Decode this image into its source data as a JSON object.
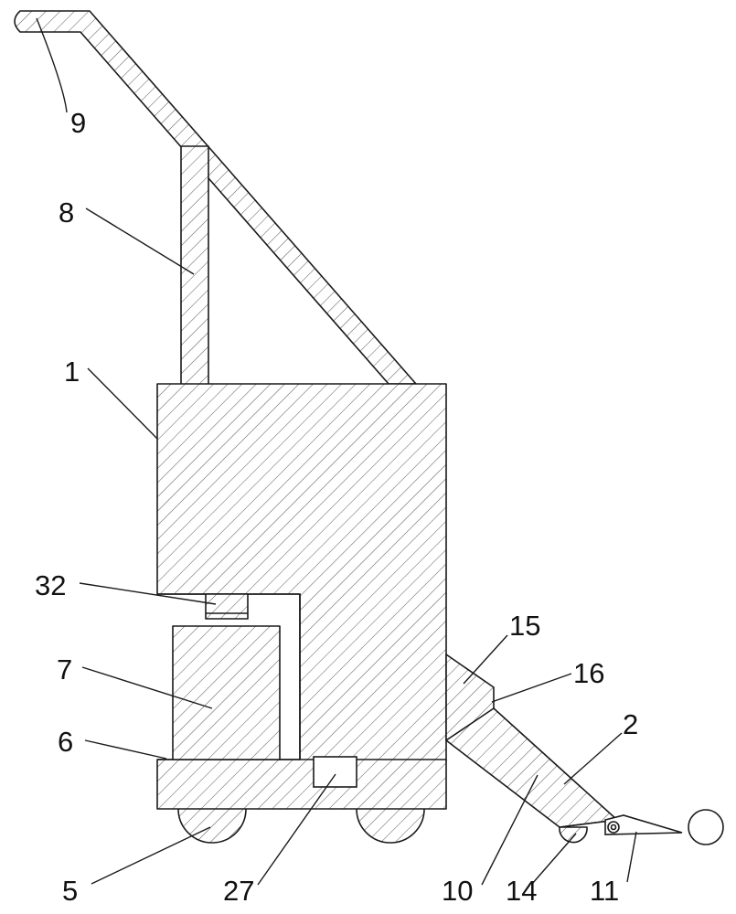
{
  "labels": {
    "l1": "1",
    "l2": "2",
    "l5": "5",
    "l6": "6",
    "l7": "7",
    "l8": "8",
    "l9": "9",
    "l10": "10",
    "l11": "11",
    "l14": "14",
    "l15": "15",
    "l16": "16",
    "l27": "27",
    "l32": "32"
  },
  "colors": {
    "line": "#1a1a1a",
    "background": "#ffffff"
  }
}
